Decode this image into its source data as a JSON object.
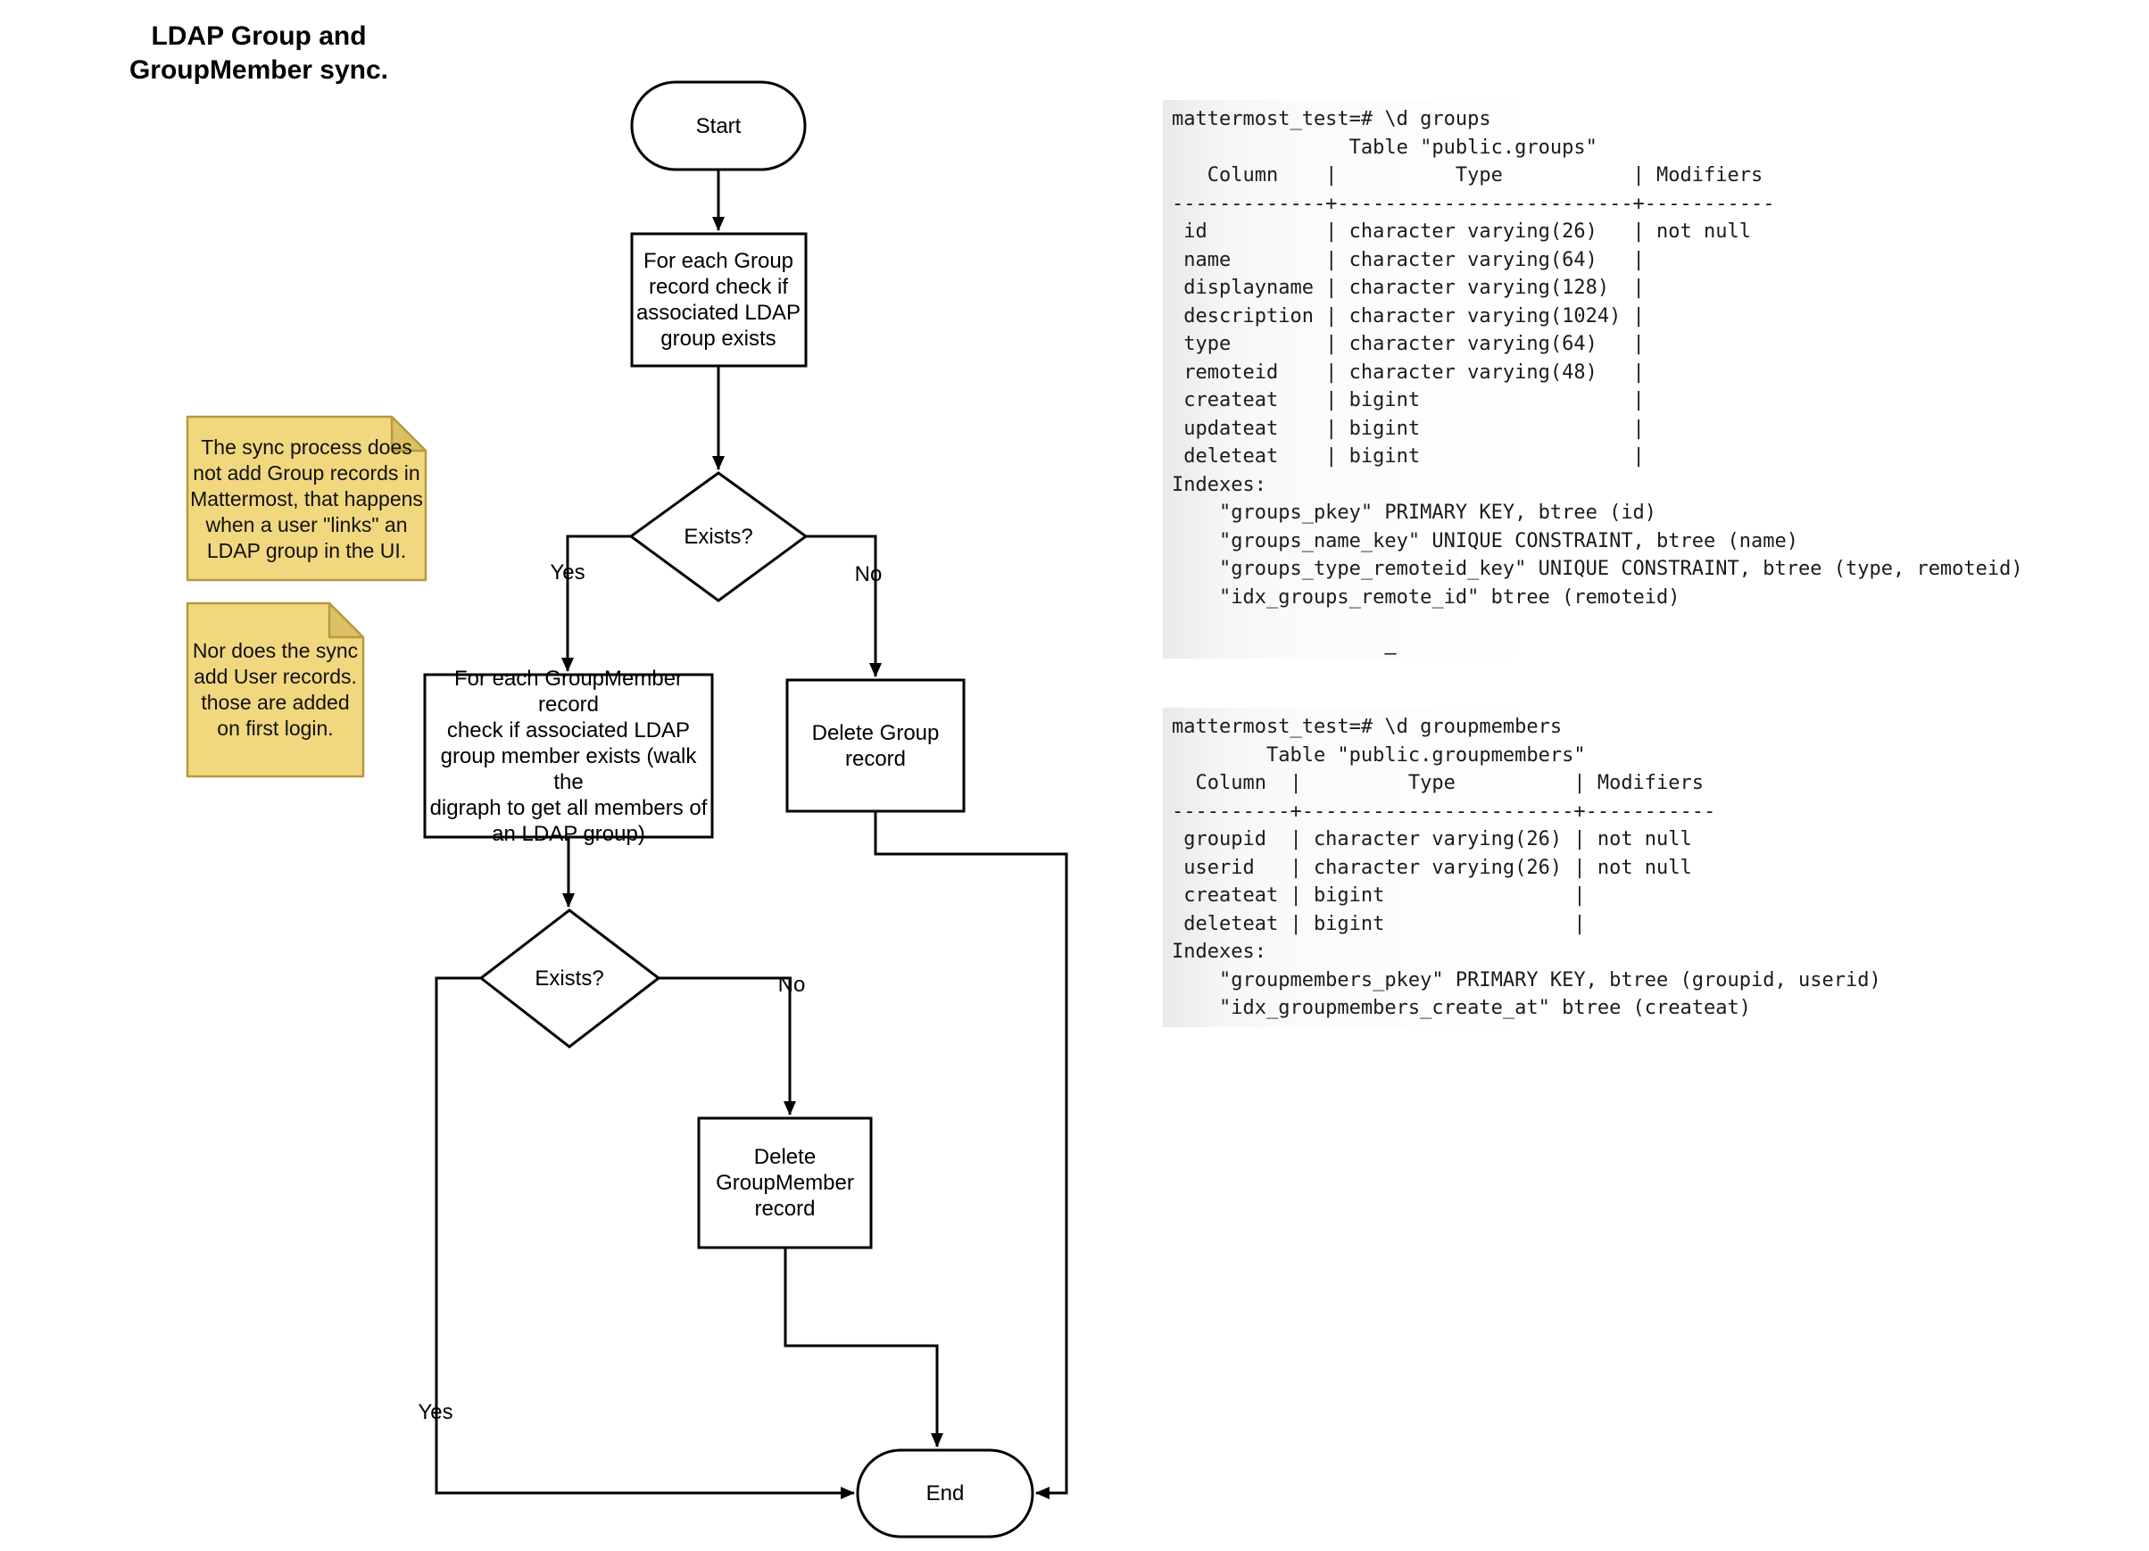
{
  "title": "LDAP Group and\nGroupMember sync.",
  "flowchart": {
    "start": "Start",
    "check_group": "For each Group\nrecord check if\nassociated LDAP\ngroup exists",
    "exists1": "Exists?",
    "yes1": "Yes",
    "no1": "No",
    "check_groupmember": "For each GroupMember record\ncheck if associated LDAP\ngroup member exists (walk the\ndigraph to get all members of\nan LDAP group)",
    "delete_group": "Delete Group\nrecord",
    "exists2": "Exists?",
    "no2": "No",
    "yes2": "Yes",
    "delete_groupmember": "Delete\nGroupMember\nrecord",
    "end": "End"
  },
  "notes": {
    "note1": "The sync process does\nnot add Group records in\nMattermost, that happens\nwhen a user \"links\" an\nLDAP group in the UI.",
    "note2": "Nor does the sync\nadd User records.\nthose are added\non first login."
  },
  "terminals": {
    "groups": "mattermost_test=# \\d groups\n               Table \"public.groups\"\n   Column    |          Type           | Modifiers \n-------------+-------------------------+-----------\n id          | character varying(26)   | not null\n name        | character varying(64)   | \n displayname | character varying(128)  | \n description | character varying(1024) | \n type        | character varying(64)   | \n remoteid    | character varying(48)   | \n createat    | bigint                  | \n updateat    | bigint                  | \n deleteat    | bigint                  | \nIndexes:\n    \"groups_pkey\" PRIMARY KEY, btree (id)\n    \"groups_name_key\" UNIQUE CONSTRAINT, btree (name)\n    \"groups_type_remoteid_key\" UNIQUE CONSTRAINT, btree (type, remoteid)\n    \"idx_groups_remote_id\" btree (remoteid)\n\n                  –",
    "groupmembers": "mattermost_test=# \\d groupmembers\n        Table \"public.groupmembers\"\n  Column  |         Type          | Modifiers \n----------+-----------------------+-----------\n groupid  | character varying(26) | not null\n userid   | character varying(26) | not null\n createat | bigint                | \n deleteat | bigint                | \nIndexes:\n    \"groupmembers_pkey\" PRIMARY KEY, btree (groupid, userid)\n    \"idx_groupmembers_create_at\" btree (createat)"
  },
  "colors": {
    "line": "#000000",
    "note_fill": "#f1d77e",
    "note_fold": "#dcc063",
    "note_border": "#b8993e",
    "terminal_edge": "#e9e9e9"
  }
}
